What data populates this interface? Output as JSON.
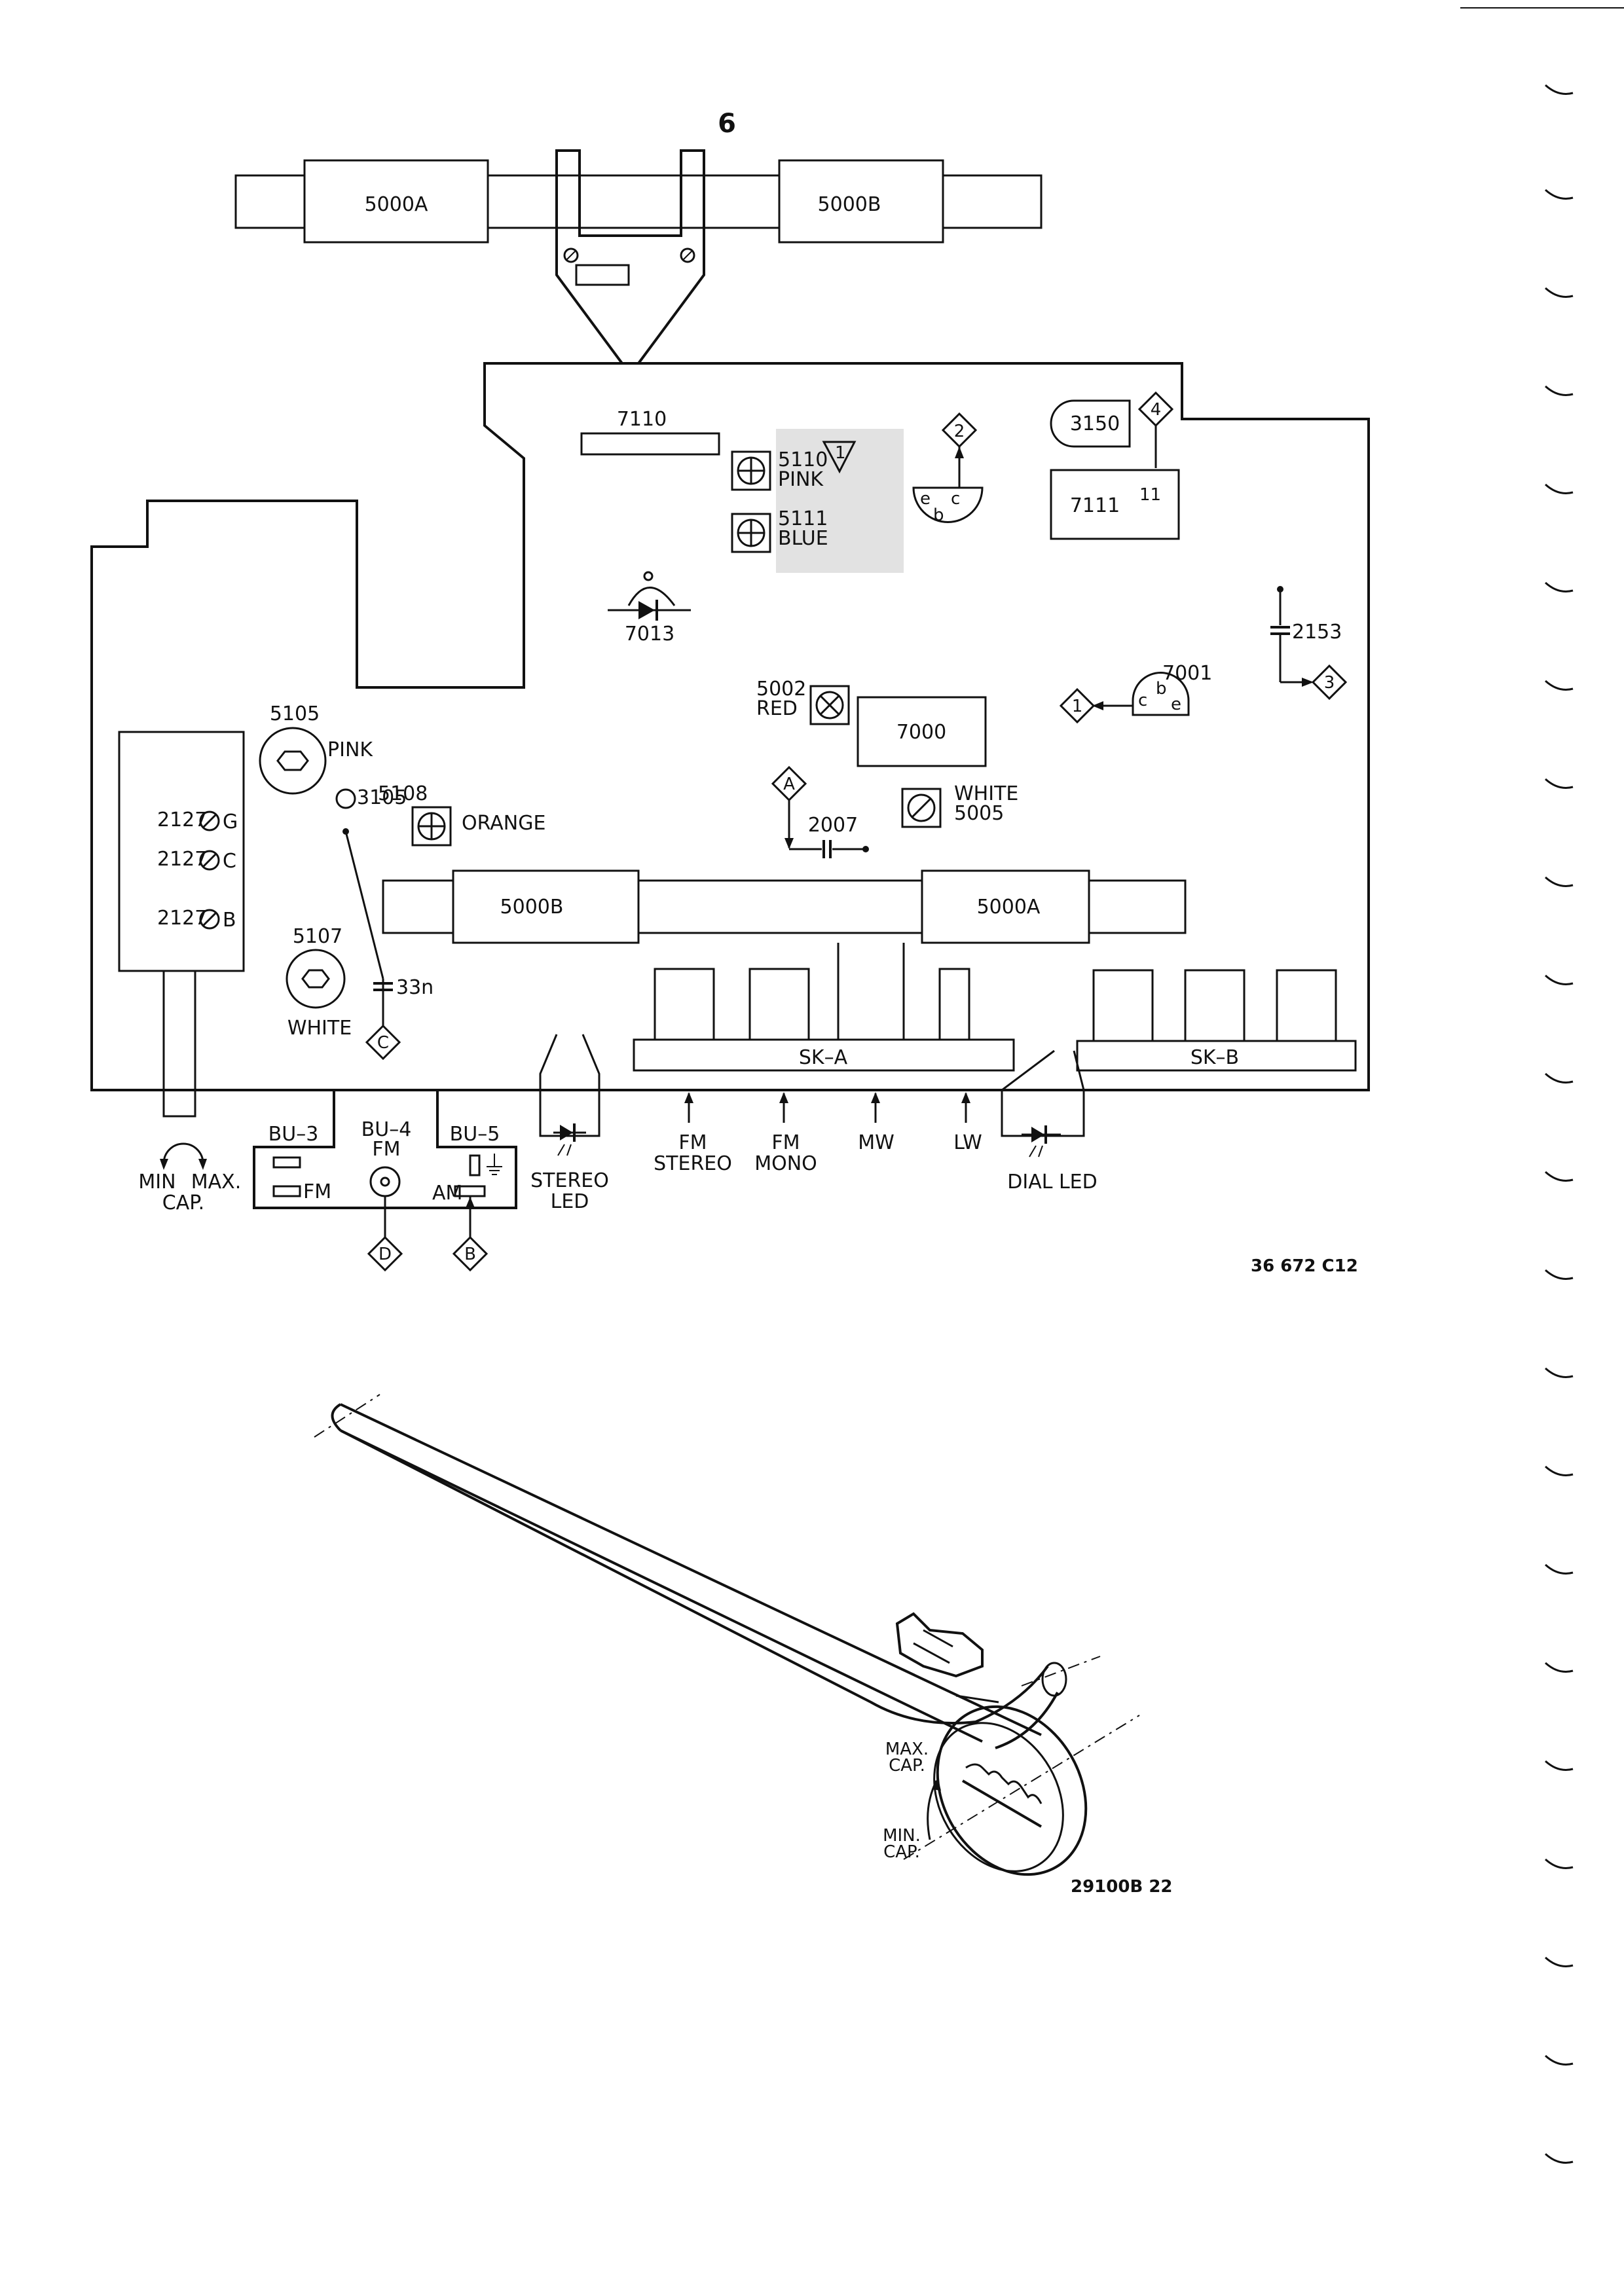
{
  "page_number": "6",
  "top_coils": {
    "left": "5000A",
    "right": "5000B"
  },
  "board": {
    "components": {
      "ic_7110": "7110",
      "ic_3150": "3150",
      "ic_7111": "7111",
      "pin_11": "11",
      "coil_5110_code": "5110",
      "coil_5110_color": "PINK",
      "coil_5111_code": "5111",
      "coil_5111_color": "BLUE",
      "diode_7013": "7013",
      "cap_2153": "2153",
      "trans_7001": "7001",
      "coil_5002_code": "5002",
      "coil_5002_color": "RED",
      "ic_7000": "7000",
      "coil_5005_color": "WHITE",
      "coil_5005_code": "5005",
      "cap_2007": "2007",
      "coil_5105_code": "5105",
      "coil_5105_color": "PINK",
      "res_3105": "3105",
      "coil_5108_code": "5108",
      "coil_5108_color": "ORANGE",
      "trim_2127g": "2127",
      "trim_2127g_pin": "G",
      "trim_2127c": "2127",
      "trim_2127c_pin": "C",
      "trim_2127b": "2127",
      "trim_2127b_pin": "B",
      "coil_5107_code": "5107",
      "coil_5107_color": "WHITE",
      "cap_33n": "33n",
      "bar_coil_left": "5000B",
      "bar_coil_right": "5000A",
      "switch_a": "SK–A",
      "switch_b": "SK–B",
      "tr_e": "e",
      "tr_b": "b",
      "tr_c": "c"
    },
    "markers": {
      "m1": "1",
      "m2": "2",
      "m3": "3",
      "m4": "4",
      "mA": "A",
      "mB": "B",
      "mC": "C",
      "mD": "D"
    }
  },
  "bottom_labels": {
    "min": "MIN",
    "max": "MAX.",
    "cap": "CAP.",
    "bu3": "BU–3",
    "bu4": "BU–4",
    "bu4_fm": "FM",
    "bu5": "BU–5",
    "fm": "FM",
    "am": "AM",
    "stereo": "STEREO",
    "led": "LED",
    "fm_stereo_1": "FM",
    "fm_stereo_2": "STEREO",
    "fm_mono_1": "FM",
    "fm_mono_2": "MONO",
    "mw": "MW",
    "lw": "LW",
    "dial_led": "DIAL LED"
  },
  "figure_code_1": "36 672 C12",
  "cord_figure": {
    "max_cap_1": "MAX.",
    "max_cap_2": "CAP.",
    "min_cap_1": "MIN.",
    "min_cap_2": "CAP.",
    "figure_code": "29100B 22"
  }
}
